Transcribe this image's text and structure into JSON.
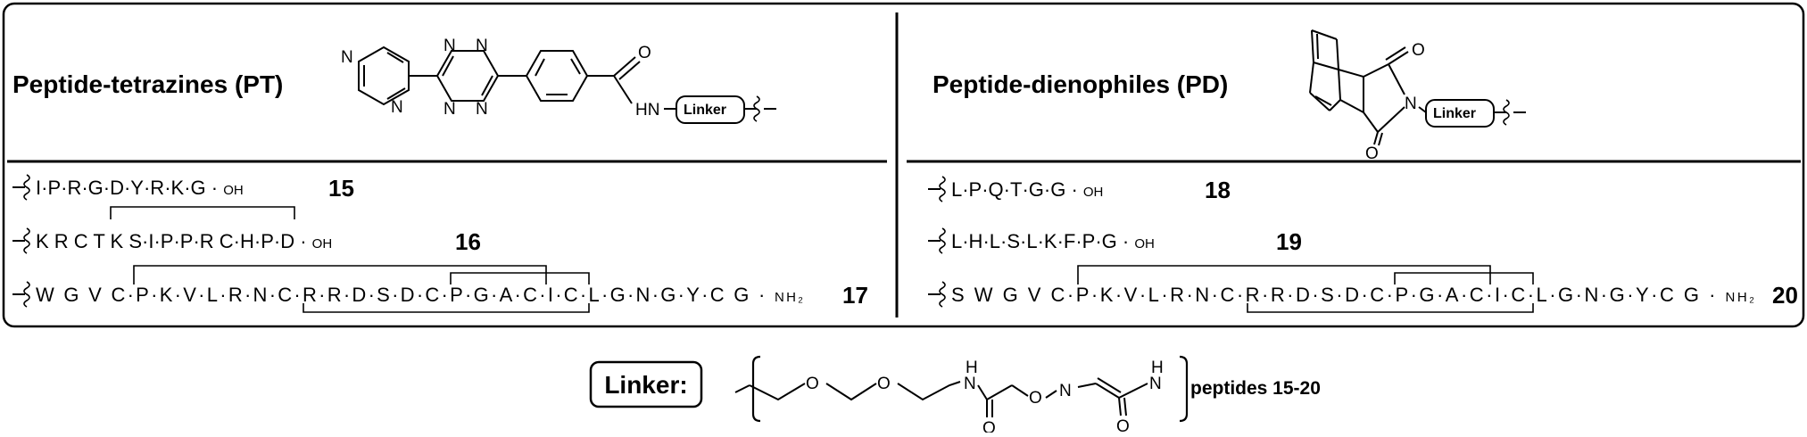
{
  "left_panel": {
    "title": "Peptide-tetrazines (PT)",
    "structure_atoms": {
      "n": "N",
      "o": "O",
      "hn": "HN",
      "linker": "Linker"
    },
    "peptides": [
      {
        "id": "15",
        "sequence": "I·P·R·G·D·Y·R·K·G",
        "terminus": "OH"
      },
      {
        "id": "16",
        "sequence": "K R C T K S·I·P·P·R C·H·P·D",
        "terminus": "OH"
      },
      {
        "id": "17",
        "sequence": "W G V C·P·K·V·L·R·N·C·R·R·D·S·D·C·P·G·A·C·I·C·L·G·N·G·Y·C G",
        "terminus": "NH₂"
      }
    ]
  },
  "right_panel": {
    "title": "Peptide-dienophiles (PD)",
    "structure_atoms": {
      "n": "N",
      "o": "O",
      "linker": "Linker"
    },
    "peptides": [
      {
        "id": "18",
        "sequence": "L·P·Q·T·G·G",
        "terminus": "OH"
      },
      {
        "id": "19",
        "sequence": "L·H·L·S·L·K·F·P·G",
        "terminus": "OH"
      },
      {
        "id": "20",
        "sequence": "S W G V C·P·K·V·L·R·N·C·R·R·D·S·D·C·P·G·A·C·I·C·L·G·N·G·Y·C G",
        "terminus": "NH₂"
      }
    ]
  },
  "linker_row": {
    "label": "Linker:",
    "atoms": {
      "o": "O",
      "n": "N",
      "h": "H"
    },
    "suffix": "peptides 15-20"
  }
}
